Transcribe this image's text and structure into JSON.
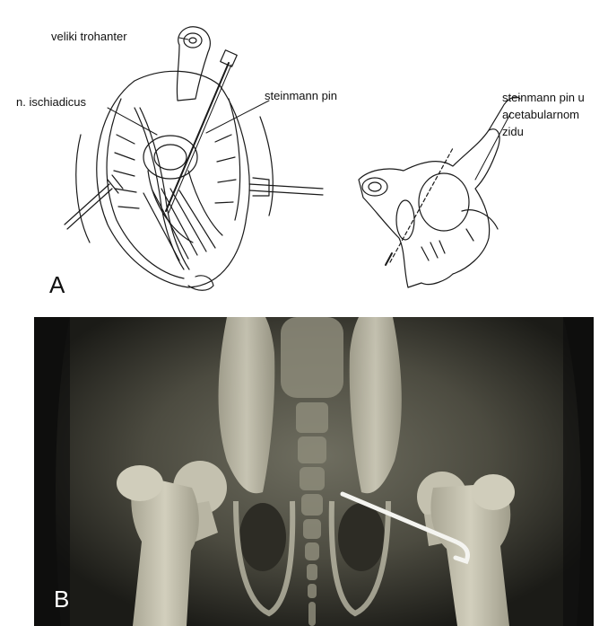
{
  "panel_a": {
    "letter": "A",
    "labels": {
      "trochanter": "veliki trohanter",
      "nerve": "n. ischiadicus",
      "pin": "steinmann pin",
      "pin_wall_line1": "steinmann pin u",
      "pin_wall_line2": "acetabularnom",
      "pin_wall_line3": "zidu"
    }
  },
  "panel_b": {
    "letter": "B"
  },
  "colors": {
    "ink": "#1a1a1a",
    "xray_bg": "#101010",
    "bone": "#c9c6b4",
    "pin_metal": "#f4f4f0"
  }
}
